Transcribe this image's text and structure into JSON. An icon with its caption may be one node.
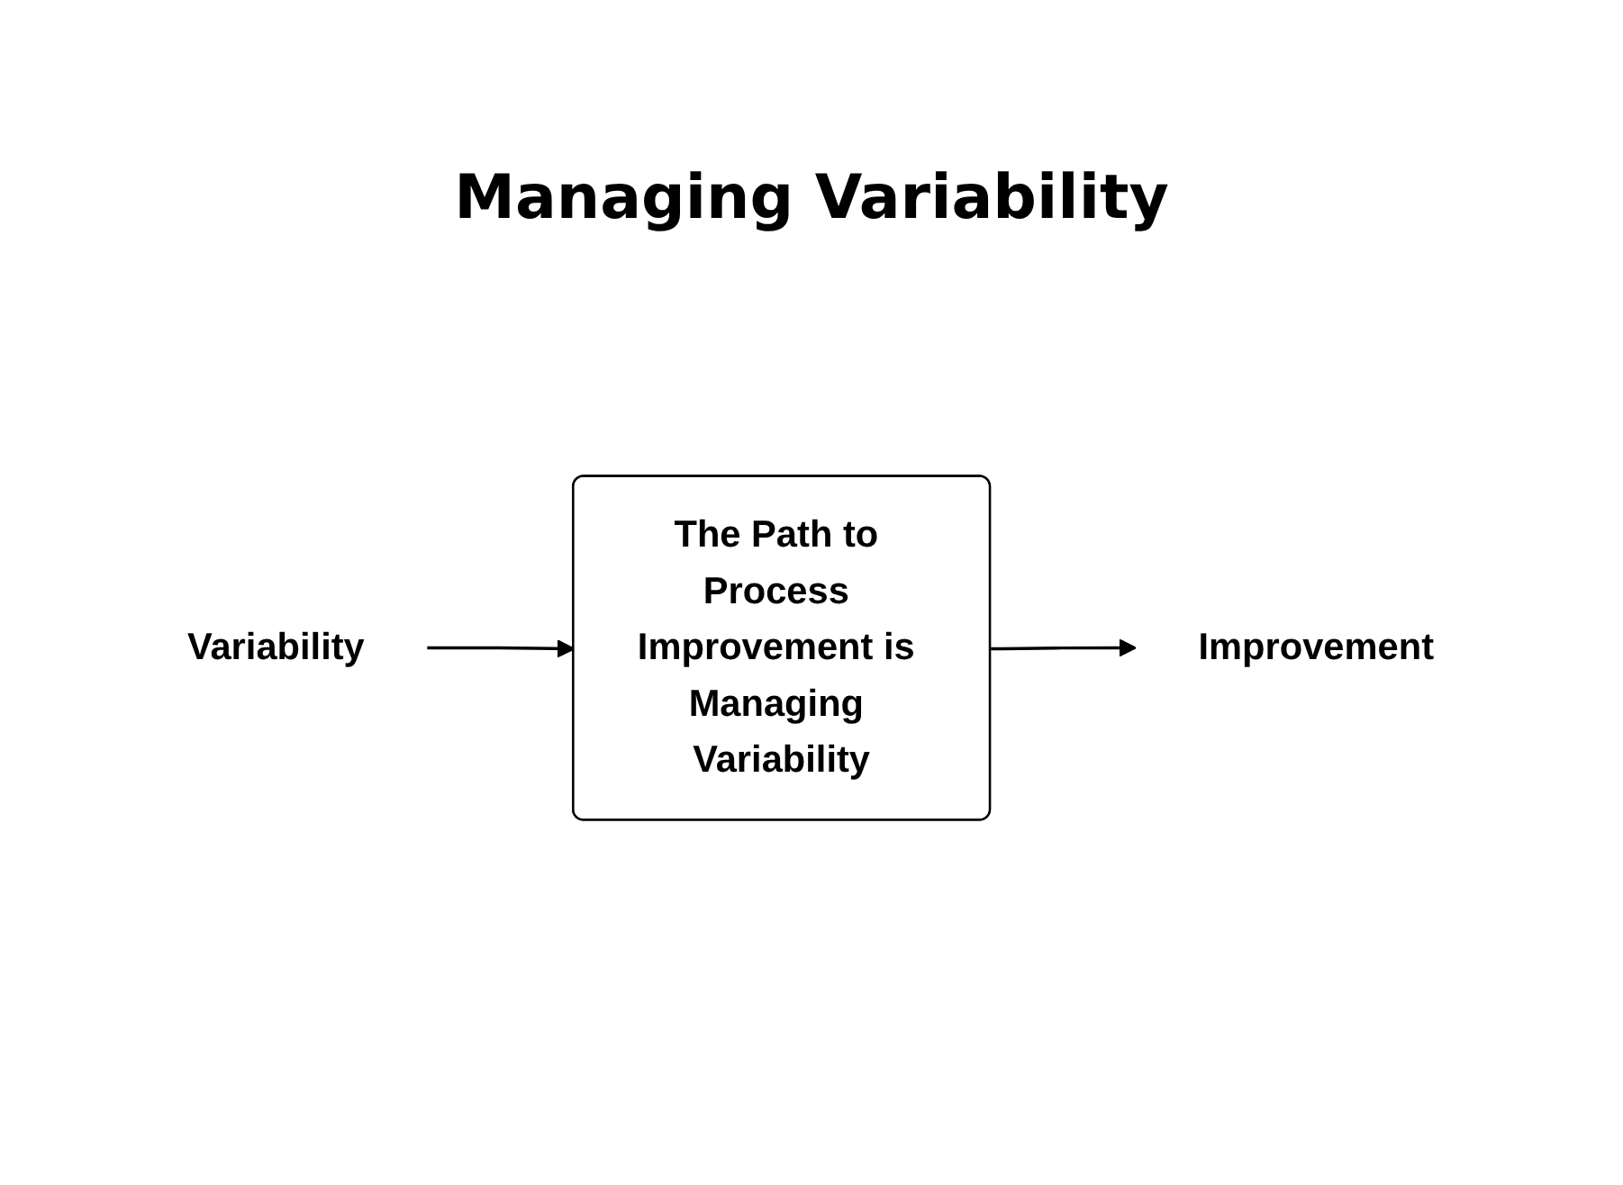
{
  "diagram": {
    "title": "Managing Variability",
    "nodes": [
      {
        "text": [
          "Variability"
        ]
      },
      {
        "text": [
          "The Path to Process Improvement is Managing Variability"
        ]
      },
      {
        "text": [
          "Improvement"
        ]
      }
    ],
    "edges": [
      {
        "from": 0,
        "to": 1,
        "arrow": "to"
      },
      {
        "from": 1,
        "to": 2,
        "arrow": "to"
      }
    ]
  }
}
